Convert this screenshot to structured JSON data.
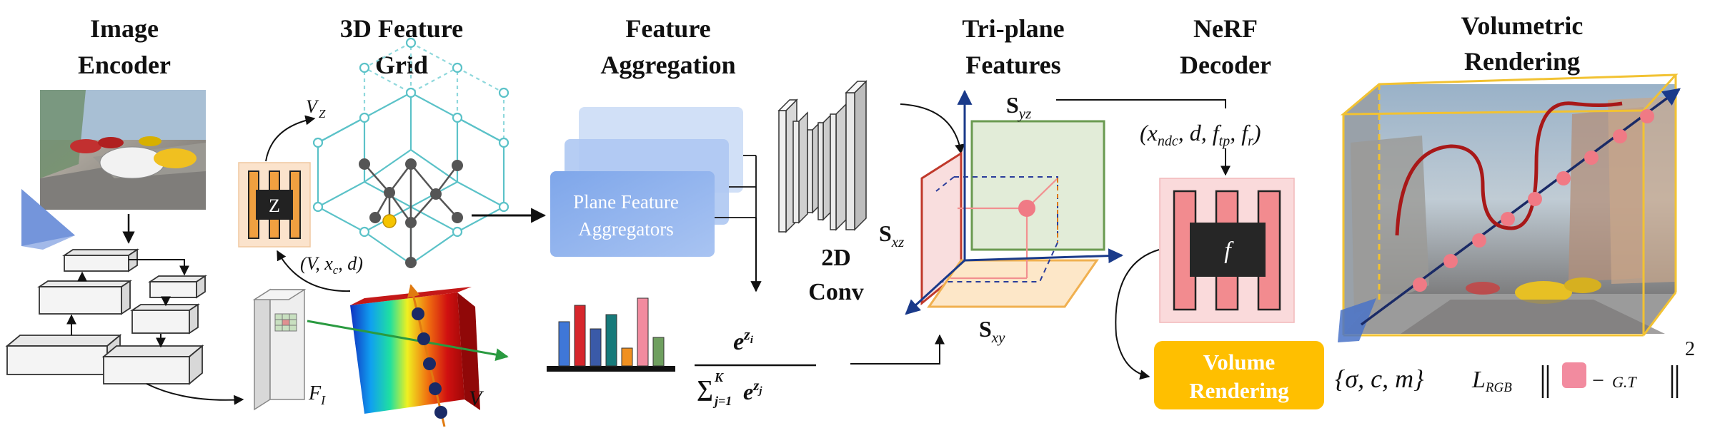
{
  "headings": {
    "image_encoder": [
      "Image",
      "Encoder"
    ],
    "feature_grid": [
      "3D Feature",
      "Grid"
    ],
    "feature_aggregation": [
      "Feature",
      "Aggregation"
    ],
    "triplane": [
      "Tri-plane",
      "Features"
    ],
    "nerf_decoder": [
      "NeRF",
      "Decoder"
    ],
    "volumetric_rendering": [
      "Volumetric",
      "Rendering"
    ]
  },
  "labels": {
    "grid_z": "Z",
    "axis_vz": "V",
    "axis_vz_sub": "Z",
    "grid_input": "(V, x",
    "grid_input_sub": "c",
    "grid_input_end": ", d)",
    "feature_map": "F",
    "feature_map_sub": "I",
    "volume": "V",
    "aggregator": [
      "Plane Feature",
      "Aggregators"
    ],
    "conv": [
      "2D",
      "Conv"
    ],
    "softmax_num": "e",
    "softmax_num_sup": "z",
    "softmax_num_sup_sub": "i",
    "softmax_den_sum": "∑",
    "softmax_den_sub": "j=1",
    "softmax_den_sup": "K",
    "softmax_den_e": "e",
    "softmax_den_z": "z",
    "softmax_den_zsub": "j",
    "plane_yz": "S",
    "plane_yz_sub": "yz",
    "plane_xz": "S",
    "plane_xz_sub": "xz",
    "plane_xy": "S",
    "plane_xy_sub": "xy",
    "decoder_input": "(x",
    "decoder_input_sub": "ndc",
    "decoder_input_mid": ", d, f",
    "decoder_input_sub2": "tp",
    "decoder_input_mid2": ", f",
    "decoder_input_sub3": "r",
    "decoder_input_end": ")",
    "decoder_f": "f",
    "volume_rendering": [
      "Volume",
      "Rendering"
    ],
    "outputs": "{σ, c, m}",
    "loss_l": "L",
    "loss_sub": "RGB",
    "loss_minus": "−",
    "loss_gt": "G.T",
    "loss_exp": "2"
  },
  "colors": {
    "encoder_orange": "#f0a040",
    "grid_teal": "#5bc2c8",
    "aggregator_blue": "#8fb4ec",
    "plane_red": "#c0392b",
    "plane_green": "#6a9a50",
    "plane_orange": "#f0b050",
    "decoder_pink": "#f28b8f",
    "volume_gold": "#ffbf00",
    "render_frame": "#f2c232",
    "ray_navy": "#1a2a66"
  },
  "histogram": {
    "values": [
      0.62,
      0.85,
      0.52,
      0.72,
      0.25,
      0.95,
      0.4
    ],
    "colors": [
      "#3f77d8",
      "#d7262c",
      "#3a5aa8",
      "#177a7a",
      "#f09020",
      "#f28b9f",
      "#6f9f5f"
    ]
  }
}
